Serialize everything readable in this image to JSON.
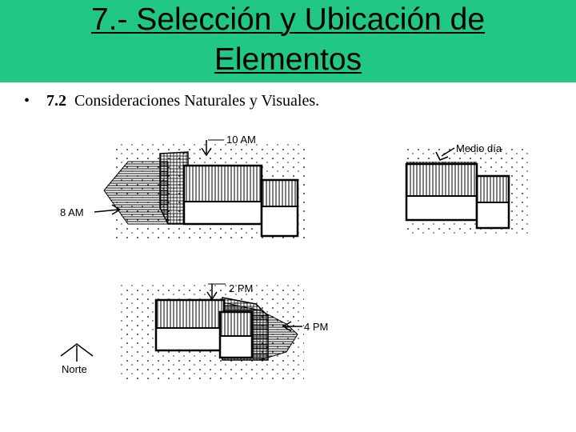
{
  "title": {
    "line1": "7.- Selección y Ubicación de",
    "line2": "Elementos"
  },
  "bullet": {
    "number": "7.2",
    "text": "Consideraciones Naturales y Visuales."
  },
  "diagram": {
    "labels": {
      "am10": "10 AM",
      "am8": "8 AM",
      "midday": "Medio día",
      "pm2": "2 PM",
      "pm4": "4 PM",
      "north": "Norte"
    }
  }
}
